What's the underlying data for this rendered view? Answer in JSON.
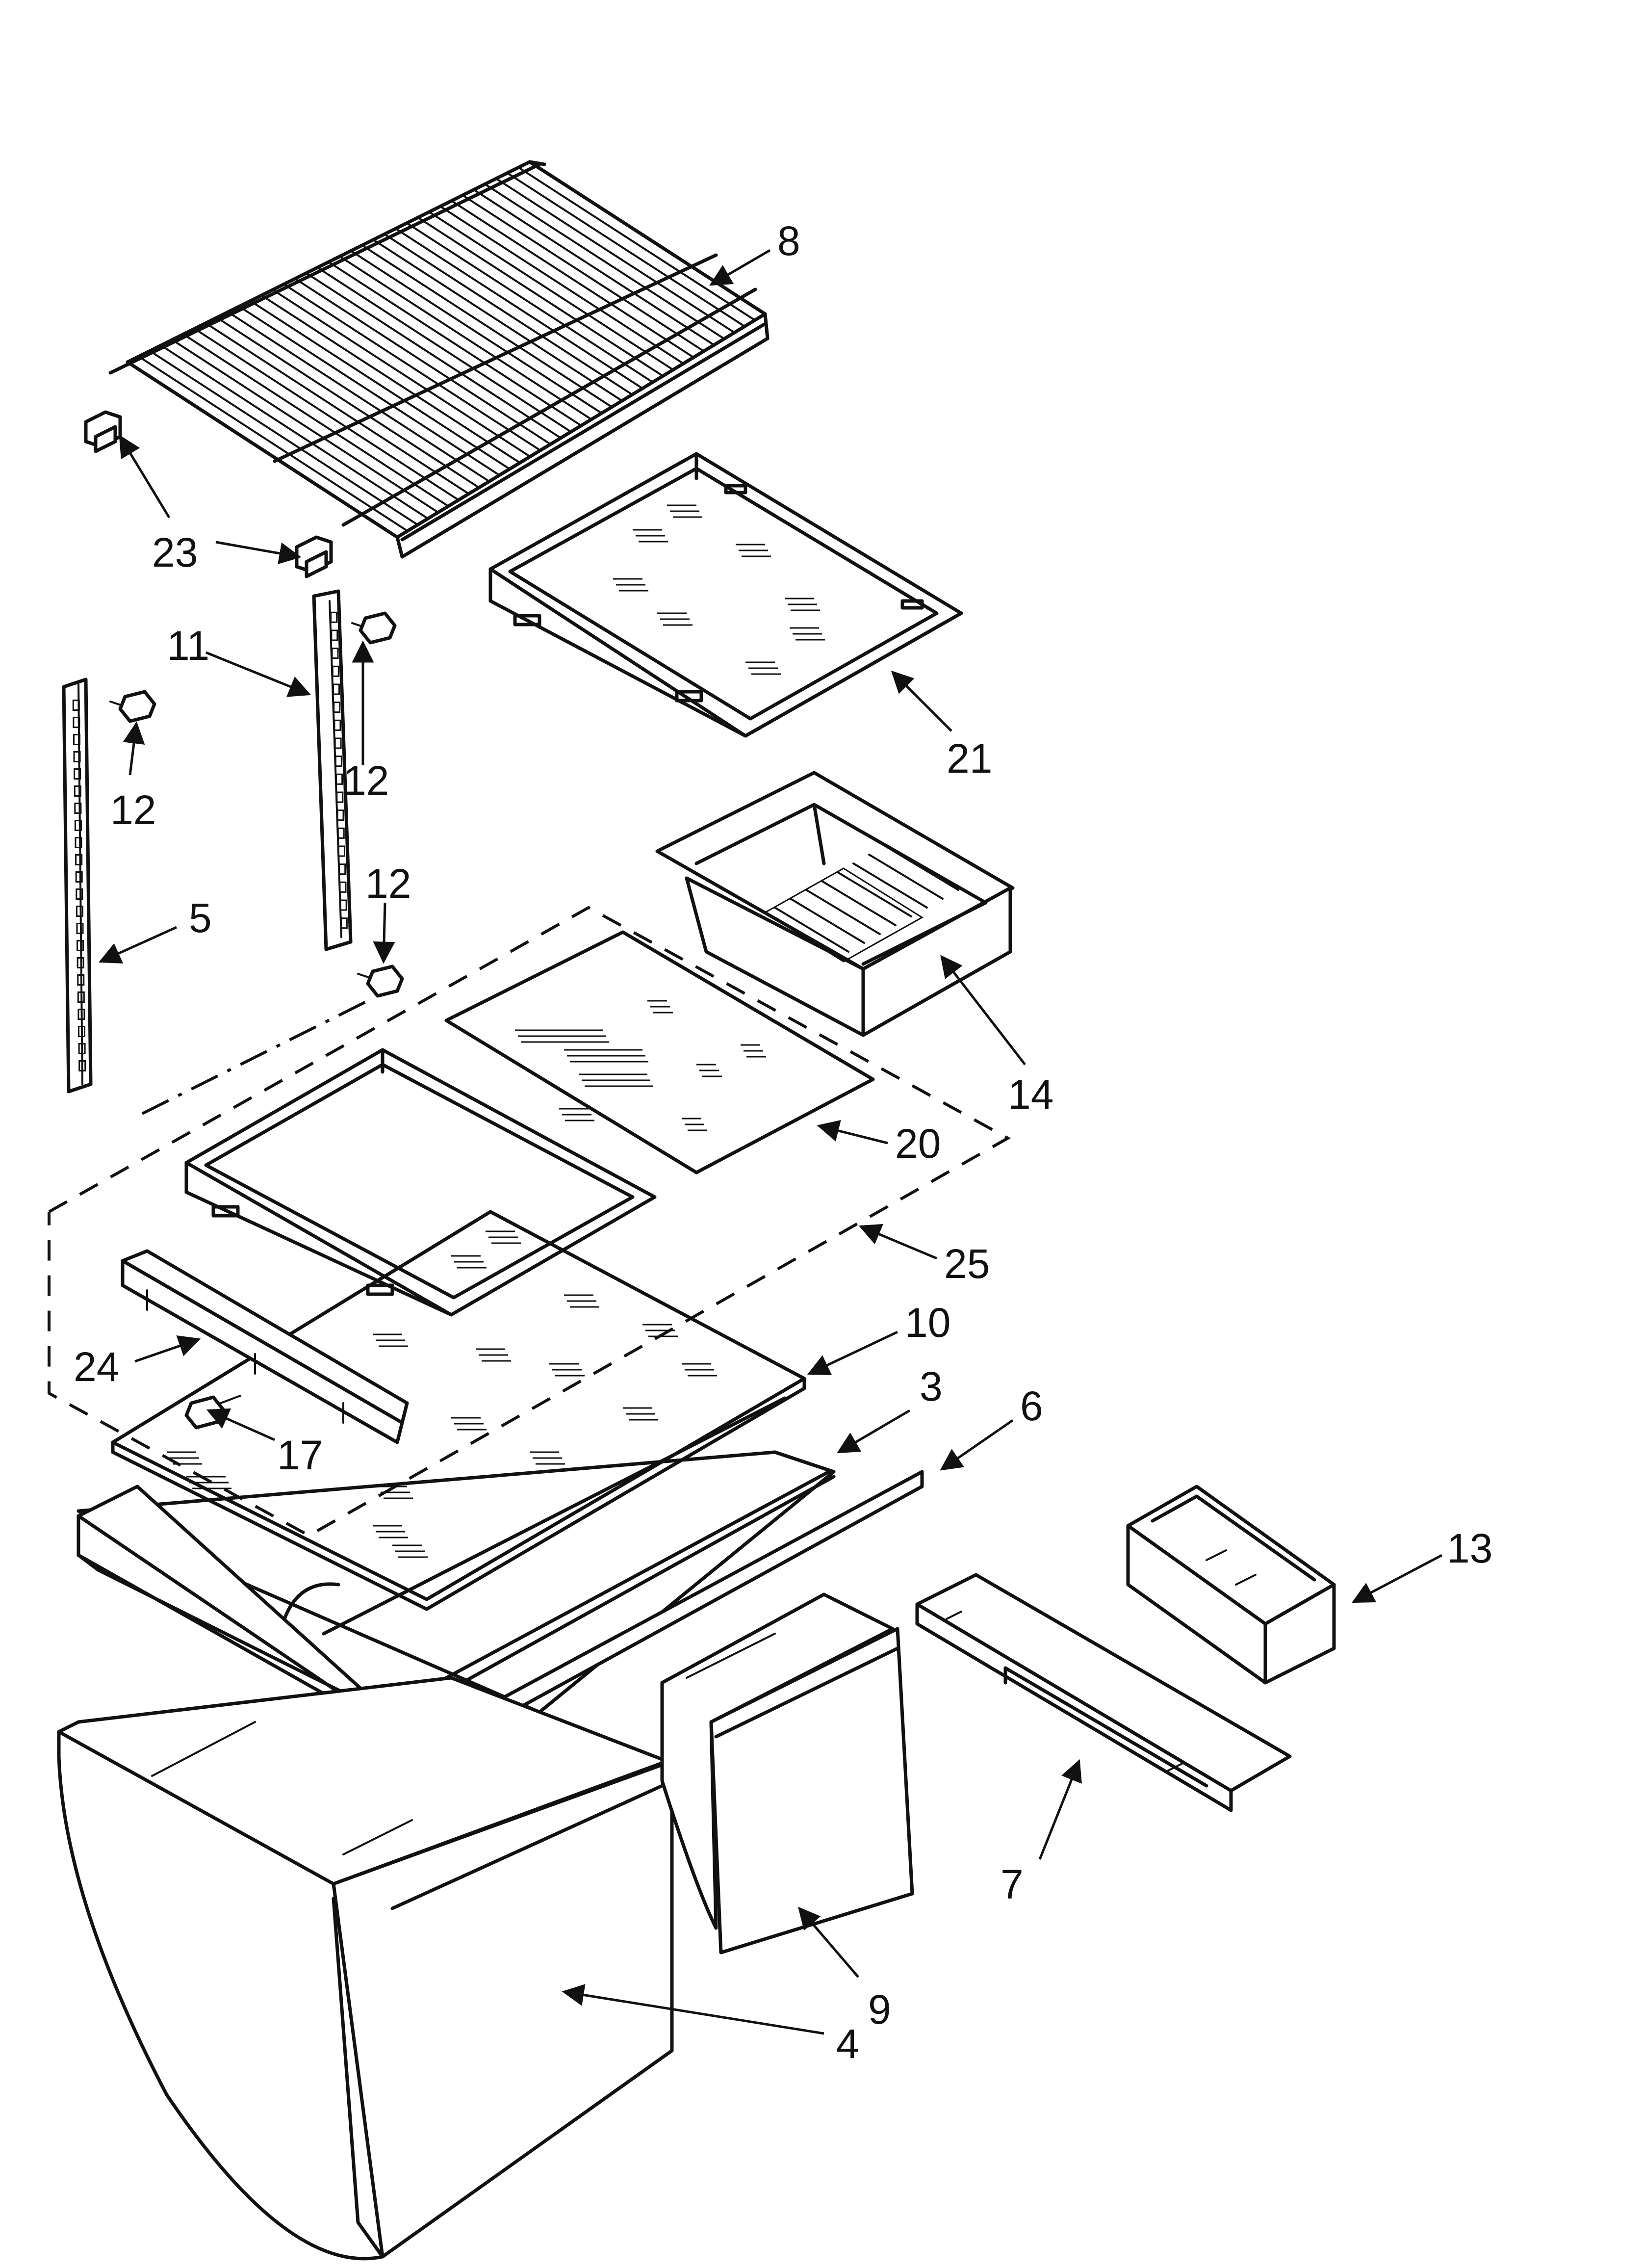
{
  "colors": {
    "line": "#111111",
    "background": "#ffffff"
  },
  "callouts": {
    "c8": "8",
    "c23": "23",
    "c11": "11",
    "c12a": "12",
    "c12b": "12",
    "c12c": "12",
    "c21": "21",
    "c5": "5",
    "c14": "14",
    "c20": "20",
    "c25": "25",
    "c10": "10",
    "c24": "24",
    "c3": "3",
    "c6": "6",
    "c17": "17",
    "c13": "13",
    "c7": "7",
    "c9": "9",
    "c4": "4"
  }
}
